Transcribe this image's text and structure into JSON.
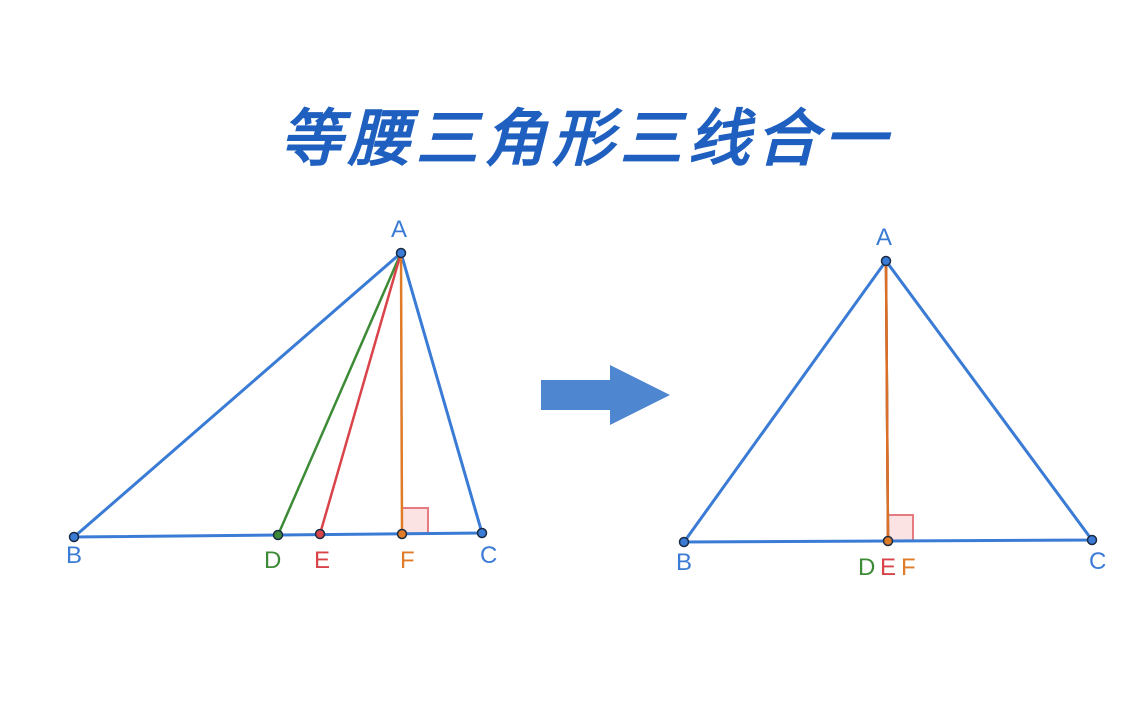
{
  "title": "等腰三角形三线合一",
  "colors": {
    "triangle": "#3a7bd5",
    "median": "#3d8b37",
    "bisector": "#d9444a",
    "altitude": "#e07b28",
    "arrow": "#4f86d0",
    "title": "#1f5fbf"
  },
  "left_figure": {
    "labels": {
      "A": "A",
      "B": "B",
      "C": "C",
      "D": "D",
      "E": "E",
      "F": "F"
    }
  },
  "right_figure": {
    "labels": {
      "A": "A",
      "B": "B",
      "C": "C",
      "D": "D",
      "E": "E",
      "F": "F"
    }
  },
  "arrow_icon": "right-arrow"
}
